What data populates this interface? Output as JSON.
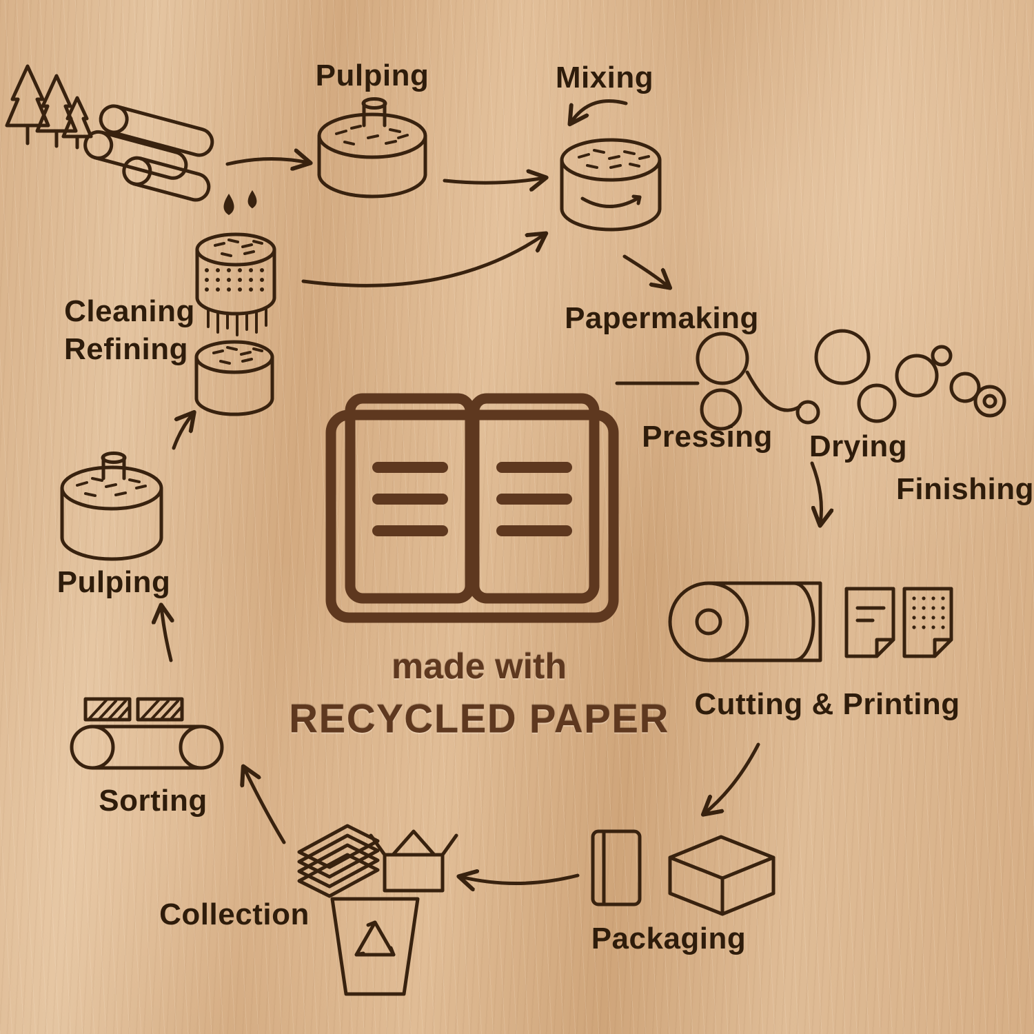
{
  "title": {
    "line1": "made with",
    "line2": "RECYCLED PAPER"
  },
  "labels": {
    "pulping_top": "Pulping",
    "mixing": "Mixing",
    "cleaning": "Cleaning",
    "refining": "Refining",
    "papermaking": "Papermaking",
    "pressing": "Pressing",
    "drying": "Drying",
    "finishing": "Finishing",
    "pulping_left": "Pulping",
    "cutting_printing": "Cutting & Printing",
    "sorting": "Sorting",
    "collection": "Collection",
    "packaging": "Packaging"
  },
  "icons": [
    "trees-icon",
    "logs-icon",
    "pulping-vat-icon",
    "mixing-vat-icon",
    "water-drops-icon",
    "cleaning-cylinder-icon",
    "refining-cylinder-icon",
    "papermaking-rollers-icon",
    "paper-roll-icon",
    "printed-sheets-icon",
    "book-icon",
    "shipping-box-icon",
    "paper-stack-icon",
    "open-box-icon",
    "recycle-bin-icon",
    "conveyor-icon",
    "open-book-icon"
  ],
  "colors": {
    "line": "#38220f",
    "label_text": "#2e1c0b",
    "accent_brown": "#5e381f",
    "wood_light": "#e4c4a0",
    "wood_dark": "#cfa57a"
  }
}
